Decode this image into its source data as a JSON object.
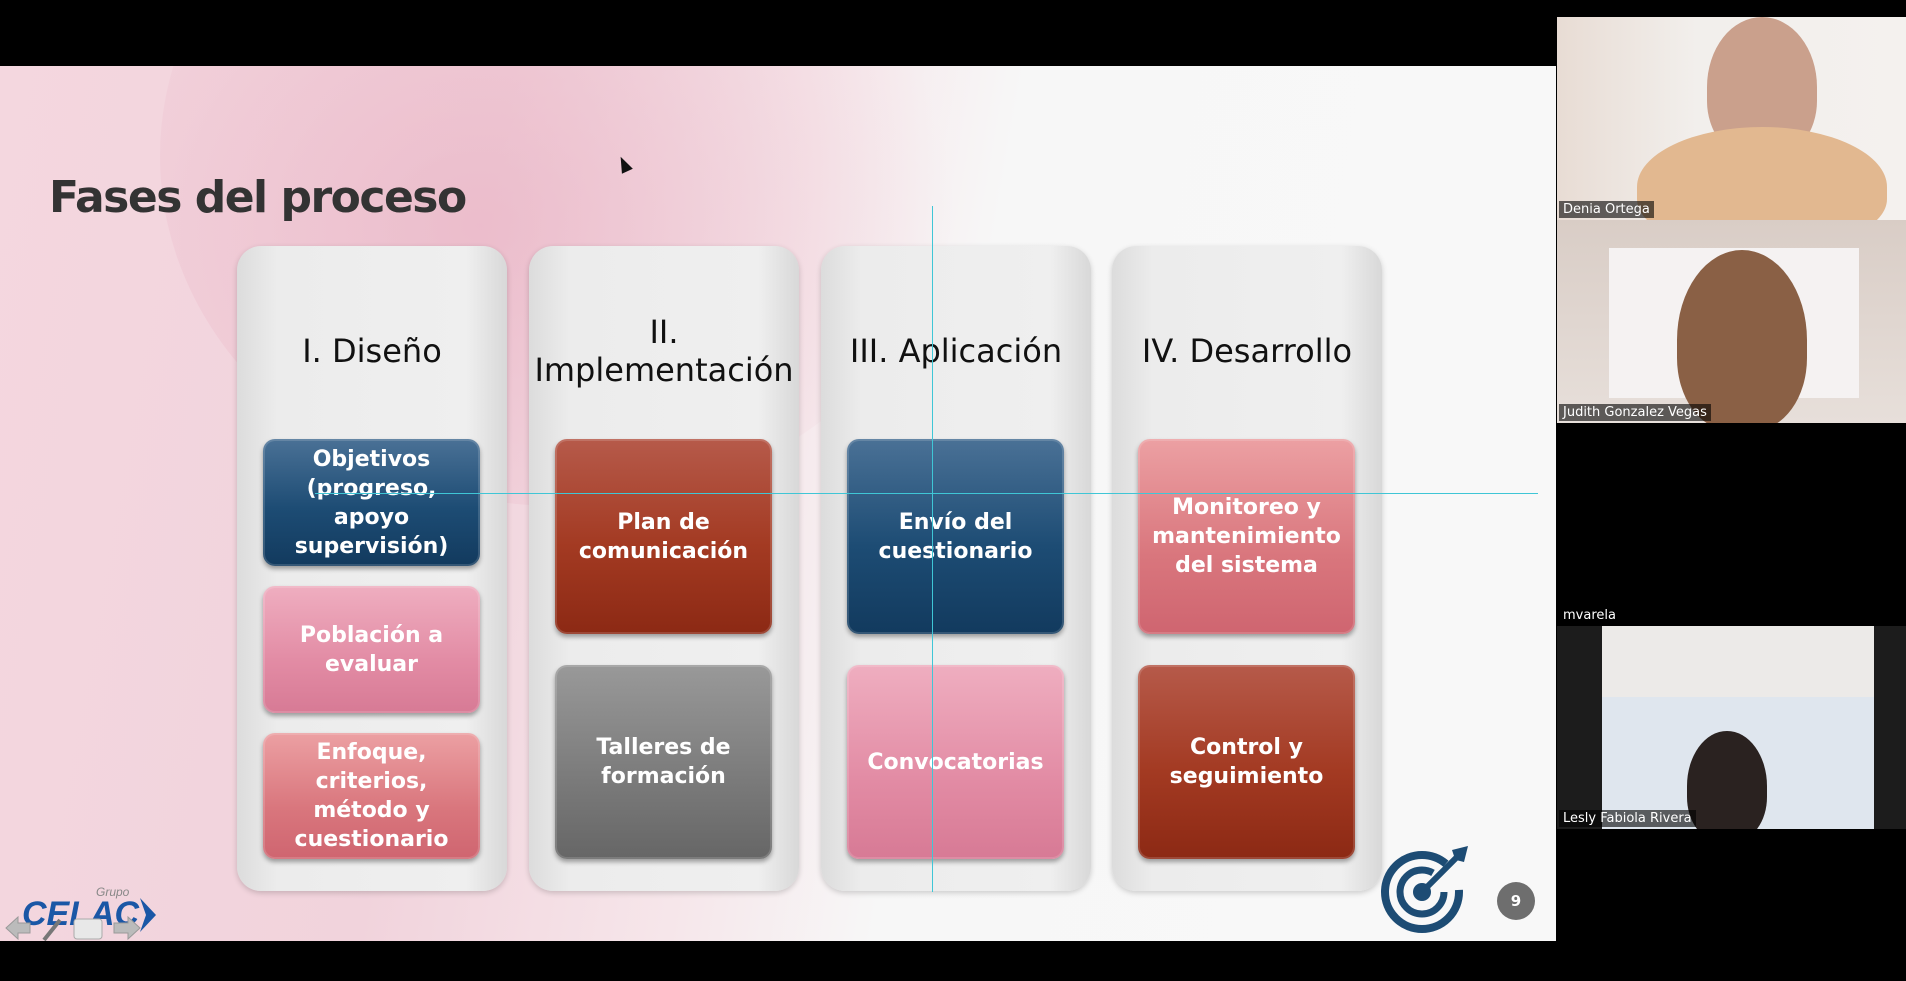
{
  "slide": {
    "title": "Fases del proceso",
    "page_number": "9",
    "logo": {
      "brand": "CELAC",
      "subtitle": "Grupo"
    },
    "columns": [
      {
        "heading": "I. Diseño",
        "items": [
          {
            "text": "Objetivos (progreso, apoyo supervisión)",
            "color": "#1d4c74"
          },
          {
            "text": "Población a evaluar",
            "color": "#e28ba4"
          },
          {
            "text": "Enfoque, criterios, método y cuestionario",
            "color": "#d9767d"
          }
        ]
      },
      {
        "heading": "II. Implementación",
        "items": [
          {
            "text": "Plan de comunicación",
            "color": "#a33a22"
          },
          {
            "text": "Talleres de formación",
            "color": "#7a7a7a"
          }
        ]
      },
      {
        "heading": "III. Aplicación",
        "items": [
          {
            "text": "Envío del cuestionario",
            "color": "#1d4c74"
          },
          {
            "text": "Convocatorias",
            "color": "#e28ba4"
          }
        ]
      },
      {
        "heading": "IV. Desarrollo",
        "items": [
          {
            "text": "Monitoreo y mantenimiento del sistema",
            "color": "#d9767d"
          },
          {
            "text": "Control y seguimiento",
            "color": "#a33a22"
          }
        ]
      }
    ]
  },
  "participants": [
    {
      "name": "Denia Ortega"
    },
    {
      "name": "Judith Gonzalez Vegas"
    },
    {
      "name": "mvarela"
    },
    {
      "name": "Lesly Fabiola Rivera"
    }
  ]
}
